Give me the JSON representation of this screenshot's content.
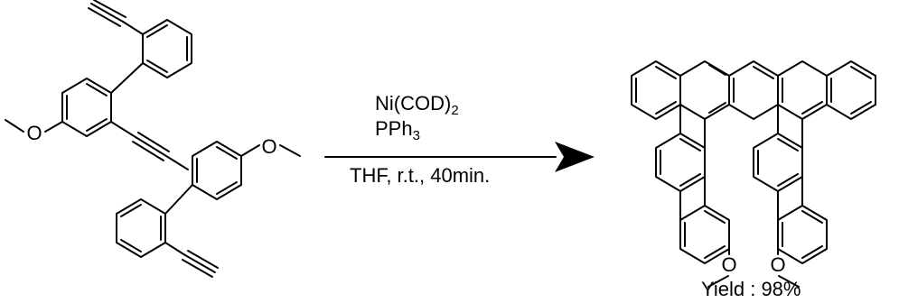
{
  "reagents": {
    "catalyst": "Ni(COD)",
    "catalyst_sub": "2",
    "ligand": "PPh",
    "ligand_sub": "3",
    "conditions": "THF, r.t., 40min."
  },
  "product": {
    "yield_label": "Yield : 98%"
  },
  "atoms": {
    "oxygen": "O"
  }
}
